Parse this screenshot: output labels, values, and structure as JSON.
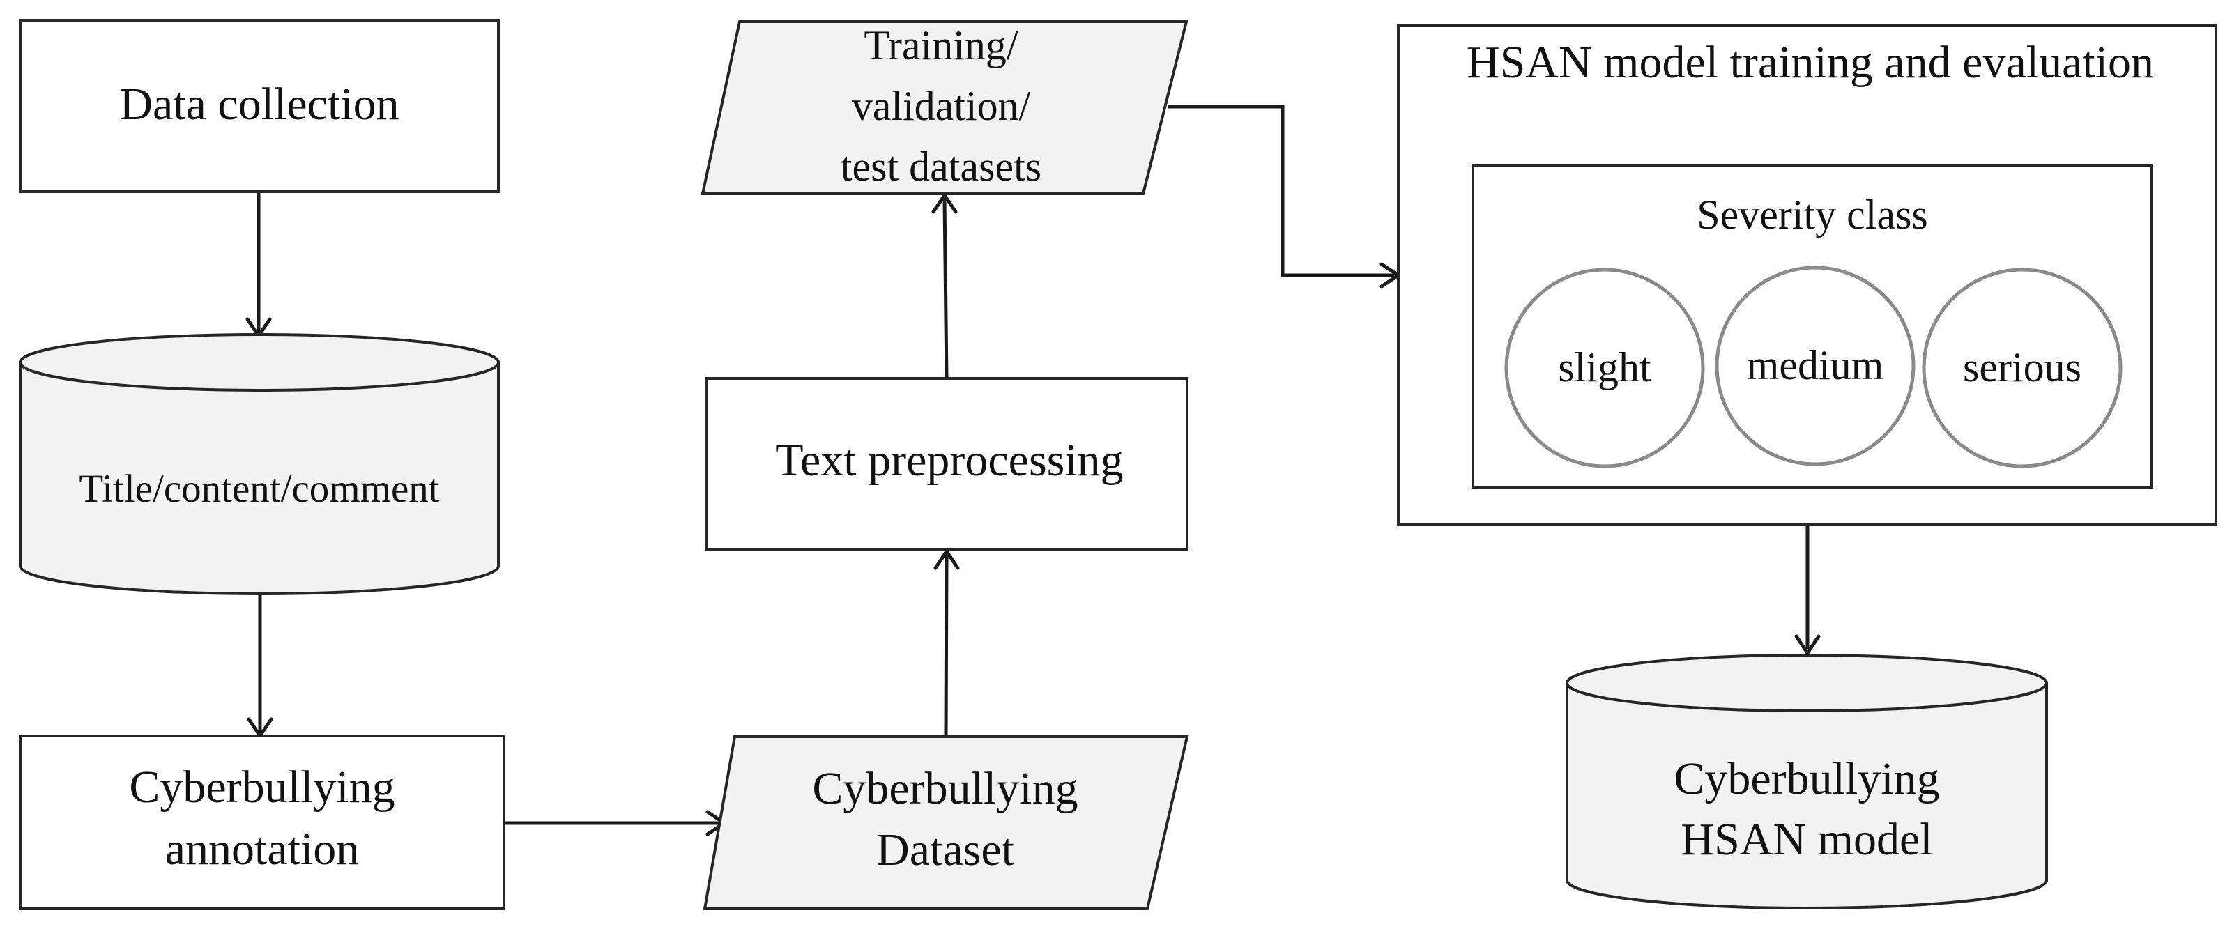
{
  "nodes": {
    "data_collection": "Data collection",
    "storage_title_content_comment": "Title/content/comment",
    "annotation": [
      "Cyberbullying",
      "annotation"
    ],
    "dataset": [
      "Cyberbullying",
      "Dataset"
    ],
    "text_preprocessing": "Text preprocessing",
    "splits": [
      "Training/",
      "validation/",
      "test datasets"
    ],
    "hsan_training": {
      "title": "HSAN model training and evaluation",
      "severity": {
        "title": "Severity class",
        "classes": [
          "slight",
          "medium",
          "serious"
        ]
      }
    },
    "output_model": [
      "Cyberbullying",
      "HSAN model"
    ]
  },
  "colors": {
    "stroke": "#262626",
    "fill_plain": "#ffffff",
    "fill_data": "#f2f2f2",
    "circle_stroke": "#8a8a8a"
  }
}
